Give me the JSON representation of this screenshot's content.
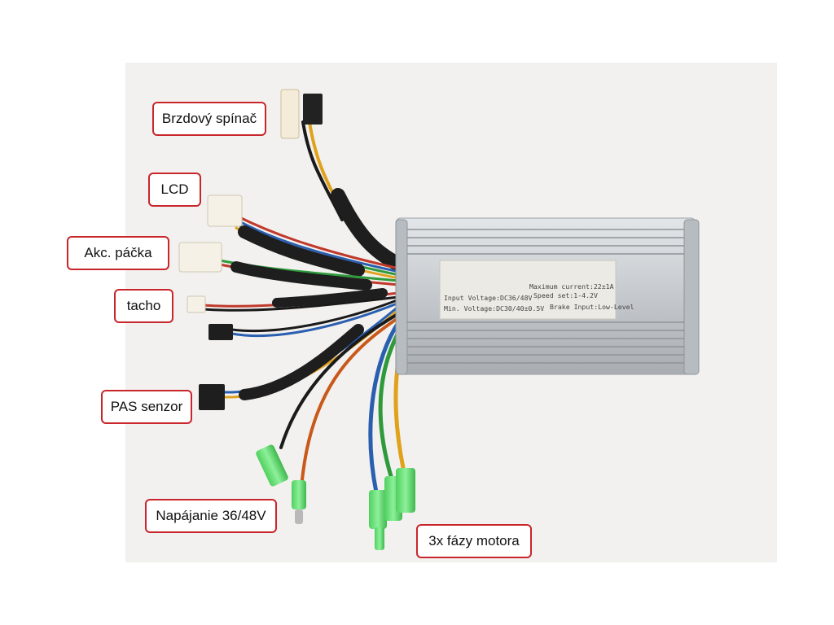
{
  "labels": {
    "brake_switch": "Brzdový spínač",
    "lcd": "LCD",
    "throttle": "Akc. páčka",
    "speedometer": "tacho",
    "pas_sensor": "PAS senzor",
    "power_supply": "Napájanie 36/48V",
    "motor_phases": "3x fázy motora"
  },
  "controller_sticker": {
    "max_current": "Maximum current:22±1A",
    "input_voltage": "Input Voltage:DC36/48V",
    "speed_set": "Speed set:1-4.2V",
    "min_voltage": "Min. Voltage:DC30/40±0.5V",
    "brake_input": "Brake Input:Low-Level"
  },
  "colors": {
    "label_border": "#c8262b",
    "photo_background": "#f2f1ef",
    "housing": "#c9cdd1",
    "heatshrink": "#1e1e1e",
    "phase_connector": "#6fe07a"
  }
}
